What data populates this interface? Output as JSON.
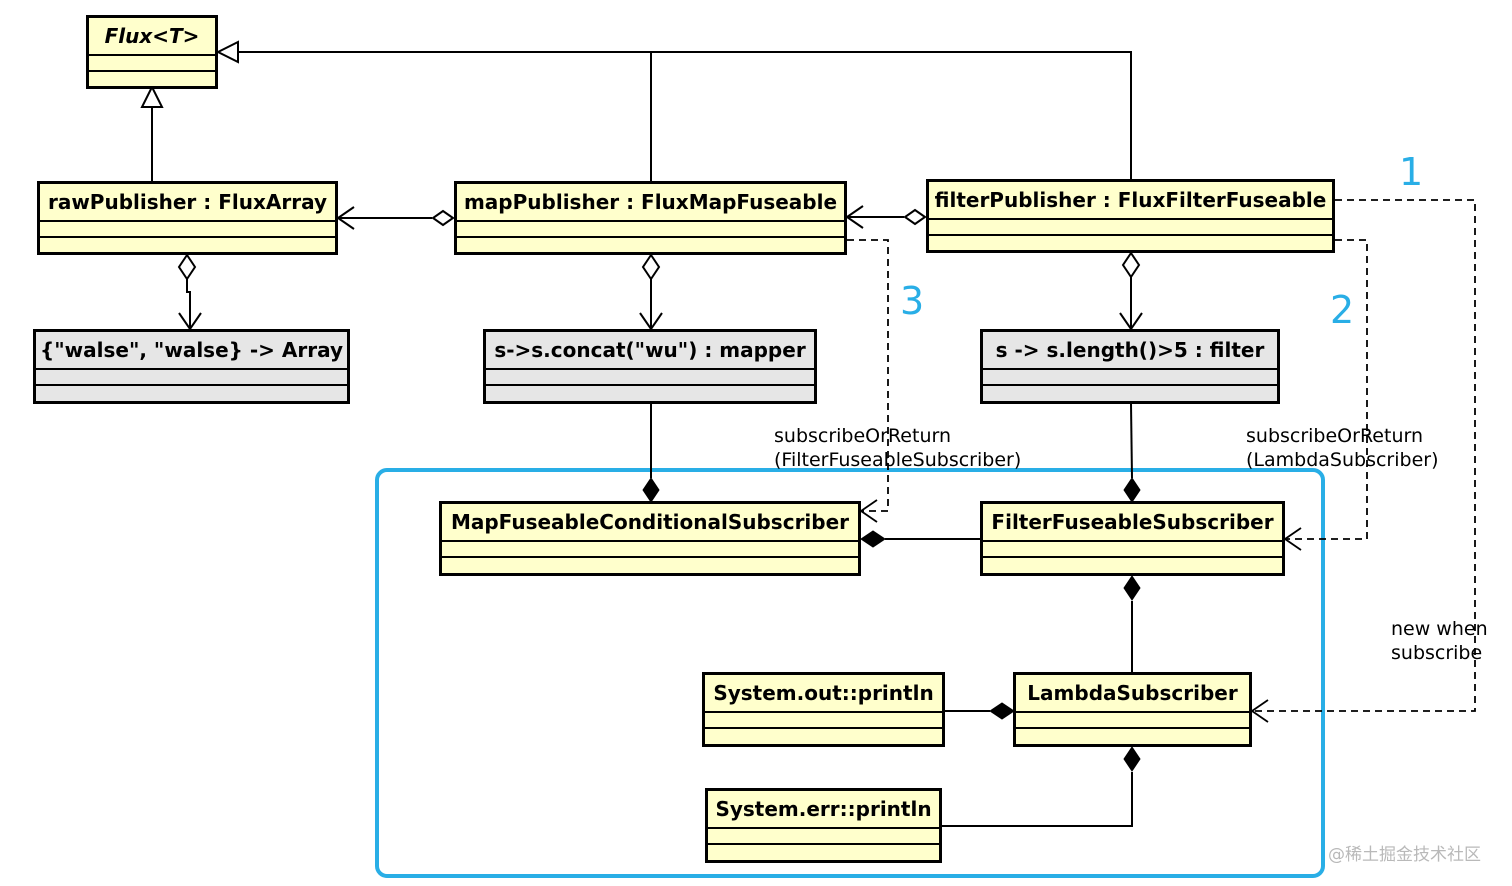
{
  "classes": {
    "flux": "Flux<T>",
    "raw_publisher": "rawPublisher : FluxArray",
    "map_publisher": "mapPublisher : FluxMapFuseable",
    "filter_publisher": "filterPublisher : FluxFilterFuseable",
    "array_source": "{\"walse\", \"walse} -> Array",
    "mapper": "s->s.concat(\"wu\") : mapper",
    "filter": "s -> s.length()>5 : filter",
    "map_subscriber": "MapFuseableConditionalSubscriber",
    "filter_subscriber": "FilterFuseableSubscriber",
    "lambda_subscriber": "LambdaSubscriber",
    "stdout": "System.out::println",
    "stderr": "System.err::println"
  },
  "labels": {
    "subscribe_filter_line1": "subscribeOrReturn",
    "subscribe_filter_line2": "(FilterFuseableSubscriber)",
    "subscribe_lambda_line1": "subscribeOrReturn",
    "subscribe_lambda_line2": "(LambdaSubscriber)",
    "new_when_line1": "new when",
    "new_when_line2": "subscribe"
  },
  "step_numbers": {
    "one": "1",
    "two": "2",
    "three": "3"
  },
  "watermark": "@稀土掘金技术社区",
  "colors": {
    "class_fill": "#ffffcc",
    "object_fill": "#e6e6e6",
    "highlight": "#29aee6",
    "step_number": "#29aee6"
  }
}
